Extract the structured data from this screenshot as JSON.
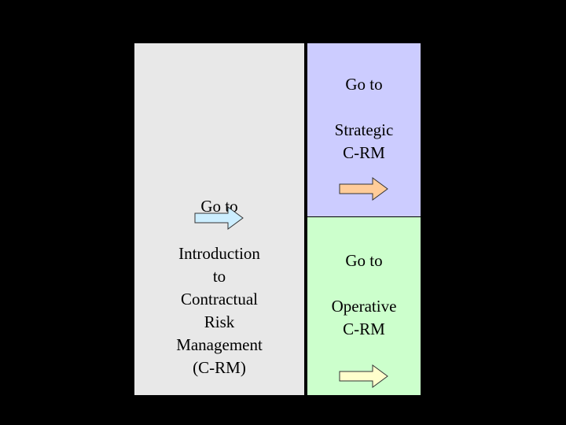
{
  "intro": {
    "goto": "Go to",
    "lines": [
      "Introduction",
      "to",
      "Contractual",
      "Risk",
      "Management",
      "(C-RM)"
    ],
    "arrow_icon": "arrow-right-icon",
    "arrow_fill": "#cceeff"
  },
  "strategic": {
    "goto": "Go to",
    "lines": [
      "Strategic",
      "C-RM"
    ],
    "arrow_icon": "arrow-right-icon",
    "arrow_fill": "#ffcc99"
  },
  "operative": {
    "goto": "Go to",
    "lines": [
      "Operative",
      "C-RM"
    ],
    "arrow_icon": "arrow-right-icon",
    "arrow_fill": "#ffffcc"
  },
  "colors": {
    "background": "#000000",
    "intro_panel": "#e8e8e8",
    "strategic_panel": "#ccccff",
    "operative_panel": "#ccffcc"
  }
}
